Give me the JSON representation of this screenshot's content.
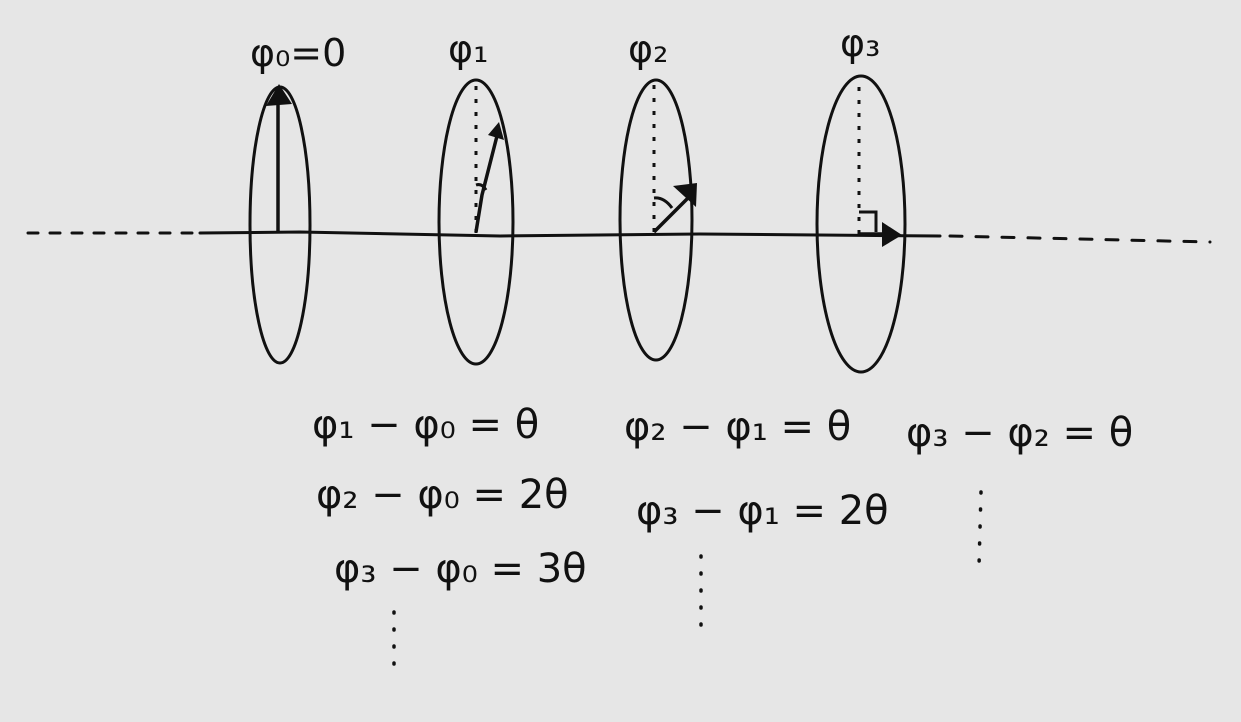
{
  "colors": {
    "background": "#e6e6e6",
    "ink": "#111111"
  },
  "labels": {
    "phi0": "φ₀=0",
    "phi1": "φ₁",
    "phi2": "φ₂",
    "phi3": "φ₃"
  },
  "equations": {
    "col1": [
      "φ₁ − φ₀ = θ",
      "φ₂ − φ₀ = 2θ",
      "φ₃ − φ₀ = 3θ"
    ],
    "col2": [
      "φ₂ − φ₁ = θ",
      "φ₃ − φ₁ = 2θ"
    ],
    "col3": [
      "φ₃ − φ₂ = θ"
    ]
  },
  "rotation_angles_deg": [
    0,
    15,
    50,
    90
  ]
}
